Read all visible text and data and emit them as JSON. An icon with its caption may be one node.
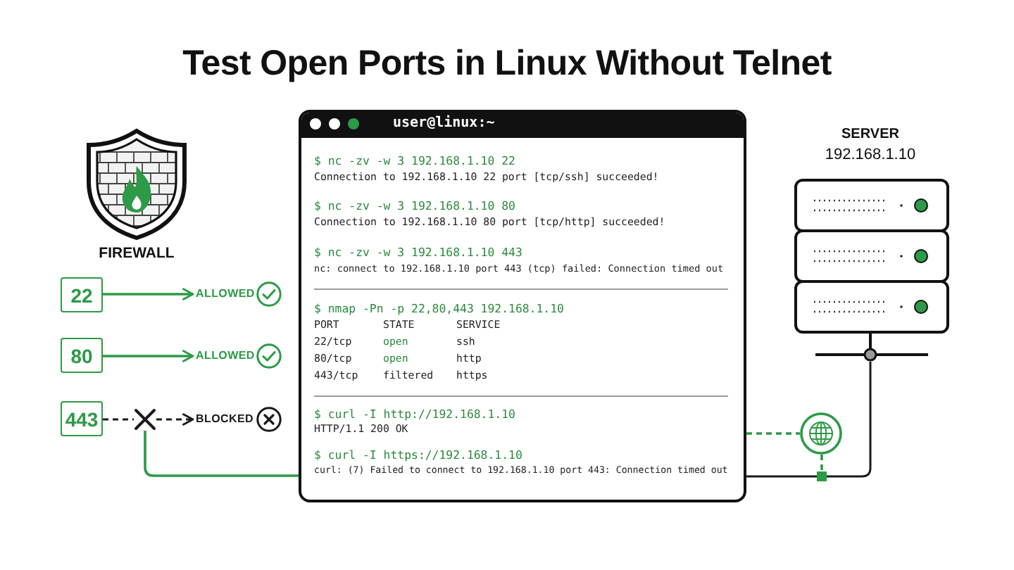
{
  "diagram": {
    "title": "Test Open Ports in Linux Without Telnet",
    "nodes": [
      {
        "text": [
          "FIREWALL"
        ]
      },
      {
        "text": [
          "22"
        ]
      },
      {
        "text": [
          "ALLOWED"
        ]
      },
      {
        "text": [
          "80"
        ]
      },
      {
        "text": [
          "ALLOWED"
        ]
      },
      {
        "text": [
          "443"
        ]
      },
      {
        "text": [],
        "shape": "cross"
      },
      {
        "text": [
          "BLOCKED"
        ]
      },
      {
        "text": [
          "user@linux:~",
          "$ nc -zv -w 3 192.168.1.10 22",
          "Connection to 192.168.1.10 22 port [tcp/ssh] succeeded!",
          "$ nc -zv -w 3 192.168.1.10 80",
          "Connection to 192.168.1.10 80 port [tcp/http] succeeded!",
          "$ nc -zv -w 3 192.168.1.10 443",
          "nc: connect to 192.168.1.10 port 443 (tcp) failed: Connection timed out",
          "$ nmap -Pn -p 22,80,443 192.168.1.10",
          "PORT",
          "STATE",
          "SERVICE",
          "22/tcp",
          "open",
          "ssh",
          "80/tcp",
          "open",
          "http",
          "443/tcp",
          "filtered",
          "https",
          "$ curl -I http://192.168.1.10",
          "HTTP/1.1 200 OK",
          "$ curl -I https://192.168.1.10",
          "curl: (7) Failed to connect to 192.168.1.10 port 443: Connection timed out"
        ]
      },
      {
        "text": [
          "SERVER",
          "192.168.1.10"
        ]
      },
      {
        "text": [],
        "shape": "circle"
      },
      {
        "text": [],
        "shape": "box"
      }
    ],
    "edges": [
      {
        "from": 1,
        "to": 2,
        "arrow": "to"
      },
      {
        "from": 3,
        "to": 4,
        "arrow": "to"
      },
      {
        "from": 5,
        "to": 6,
        "arrow": "none",
        "style": "dashed",
        "color": "#1a1a1a"
      },
      {
        "from": 6,
        "to": 7,
        "arrow": "to",
        "style": "dashed",
        "color": "#1a1a1a"
      },
      {
        "from": 6,
        "to": 8,
        "arrow": "none"
      },
      {
        "from": 8,
        "to": 10,
        "arrow": "none",
        "style": "dashed"
      },
      {
        "from": 10,
        "to": 11,
        "arrow": "none",
        "style": "dashed"
      },
      {
        "from": 8,
        "to": 11,
        "arrow": "none",
        "color": "#1a1a1a"
      },
      {
        "from": 11,
        "to": 9,
        "arrow": "none",
        "color": "#1a1a1a"
      }
    ]
  }
}
